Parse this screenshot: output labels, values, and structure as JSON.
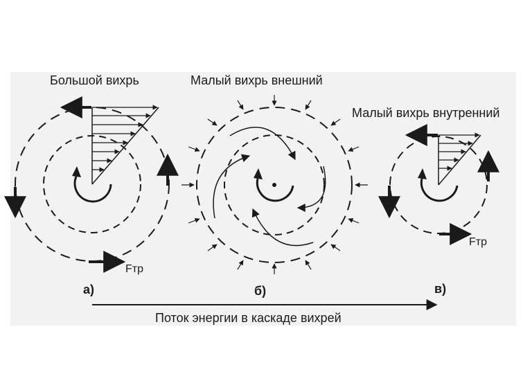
{
  "labels": {
    "large_vortex": "Большой вихрь",
    "small_vortex_outer": "Малый вихрь внешний",
    "small_vortex_inner": "Малый вихрь внутренний",
    "friction_force_a": "Fтр",
    "friction_force_c": "Fтр",
    "sub_a": "а)",
    "sub_b": "б)",
    "sub_c": "в)",
    "energy_flow": "Поток энергии в каскаде вихрей"
  },
  "colors": {
    "ink": "#1a1a1a",
    "panel": "#f2f2f2",
    "background": "#ffffff"
  }
}
